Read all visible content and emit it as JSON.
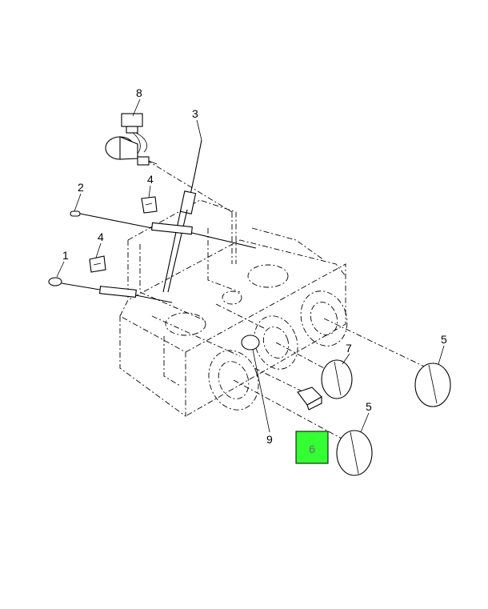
{
  "callouts": {
    "c1": "1",
    "c2": "2",
    "c3": "3",
    "c4a": "4",
    "c4b": "4",
    "c5a": "5",
    "c5b": "5",
    "c6": "6",
    "c7": "7",
    "c8": "8",
    "c9": "9"
  },
  "highlight": {
    "color": "#33ff33",
    "part_number": "6"
  }
}
